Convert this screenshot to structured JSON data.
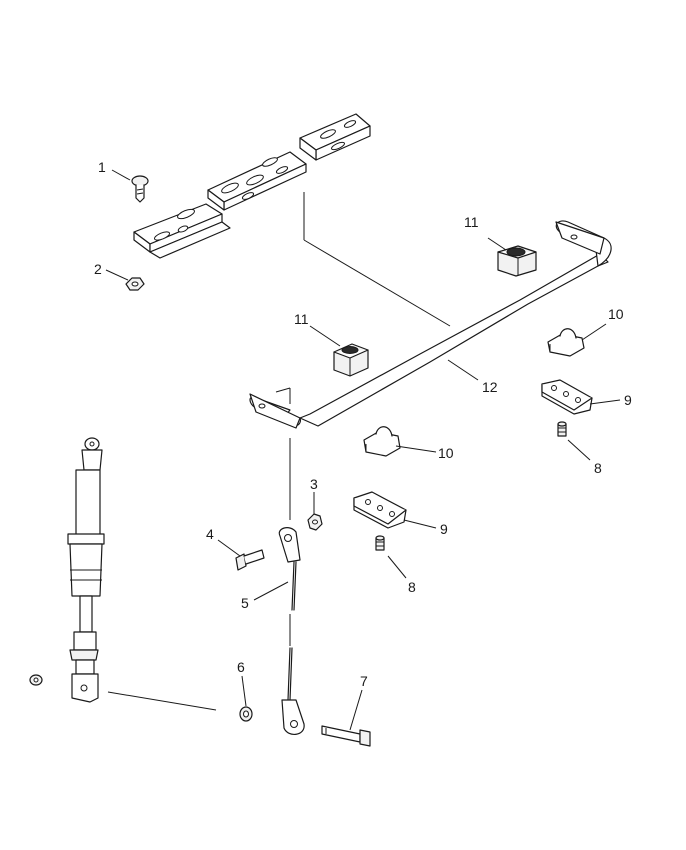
{
  "callouts": [
    {
      "id": "c1",
      "label": "1"
    },
    {
      "id": "c2",
      "label": "2"
    },
    {
      "id": "c3",
      "label": "3"
    },
    {
      "id": "c4",
      "label": "4"
    },
    {
      "id": "c5",
      "label": "5"
    },
    {
      "id": "c6",
      "label": "6"
    },
    {
      "id": "c7",
      "label": "7"
    },
    {
      "id": "c8a",
      "label": "8"
    },
    {
      "id": "c8b",
      "label": "8"
    },
    {
      "id": "c9a",
      "label": "9"
    },
    {
      "id": "c9b",
      "label": "9"
    },
    {
      "id": "c10a",
      "label": "10"
    },
    {
      "id": "c10b",
      "label": "10"
    },
    {
      "id": "c11a",
      "label": "11"
    },
    {
      "id": "c11b",
      "label": "11"
    },
    {
      "id": "c12",
      "label": "12"
    }
  ]
}
